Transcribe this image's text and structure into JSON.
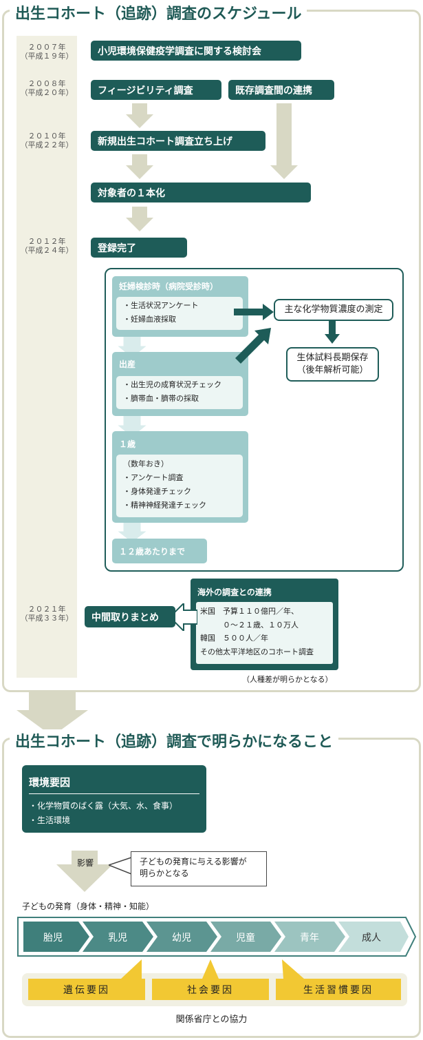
{
  "section1": {
    "title": "出生コホート（追跡）調査のスケジュール"
  },
  "section2": {
    "title": "出生コホート（追跡）調査で明らかになること"
  },
  "years": [
    {
      "year": "２００７年",
      "era": "（平成１９年）"
    },
    {
      "year": "２００８年",
      "era": "（平成２０年）"
    },
    {
      "year": "２０１０年",
      "era": "（平成２２年）"
    },
    {
      "year": "２０１２年",
      "era": "（平成２４年）"
    },
    {
      "year": "２０２１年",
      "era": "（平成３３年）"
    }
  ],
  "schedule": {
    "review_meeting": "小児環境保健疫学調査に関する検討会",
    "feasibility": "フィージビリティ調査",
    "existing_link": "既存調査間の連携",
    "launch": "新規出生コホート調査立ち上げ",
    "unify": "対象者の１本化",
    "registration": "登録完了",
    "interim": "中間取りまとめ"
  },
  "stages": {
    "pregnancy": {
      "title": "妊婦検診時（病院受診時）",
      "items": [
        "・生活状況アンケート",
        "・妊婦血液採取"
      ]
    },
    "birth": {
      "title": "出産",
      "items": [
        "・出生児の成育状況チェック",
        "・臍帯血・臍帯の採取"
      ]
    },
    "age1": {
      "title": "１歳",
      "items": [
        "（数年おき）",
        "・アンケート調査",
        "・身体発達チェック",
        "・精神神経発達チェック"
      ]
    },
    "until12": {
      "title": "１２歳あたりまで"
    }
  },
  "lab": {
    "chem_measure": "主な化学物質濃度の測定",
    "storage_line1": "生体試料長期保存",
    "storage_line2": "（後年解析可能）"
  },
  "overseas": {
    "title": "海外の調査との連携",
    "items": [
      "米国　予算１１０億円／年、",
      "　　　０～２１歳、１０万人",
      "韓国　５００人／年",
      "その他太平洋地区のコホート調査"
    ],
    "note": "（人種差が明らかとなる）"
  },
  "environment": {
    "title": "環境要因",
    "items": [
      "・化学物質のばく露（大気、水、食事）",
      "・生活環境"
    ]
  },
  "influence": {
    "arrow_label": "影響",
    "callout_line1": "子どもの発育に与える影響が",
    "callout_line2": "明らかとなる"
  },
  "development": {
    "label": "子どもの発育（身体・精神・知能）",
    "stages": [
      "胎児",
      "乳児",
      "幼児",
      "児童",
      "青年",
      "成人"
    ]
  },
  "factors": [
    "遺伝要因",
    "社会要因",
    "生活習慣要因"
  ],
  "cooperation": "関係省庁との協力",
  "colors": {
    "dark_teal": "#1e5c58",
    "light_teal": "#9ecbcb",
    "pale_teal": "#edf6f4",
    "beige": "#d8d8c4",
    "timeline_bg": "#f1f0e3",
    "factor_yellow": "#f2c833"
  }
}
